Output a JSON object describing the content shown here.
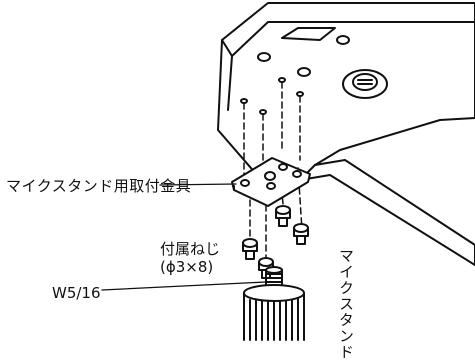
{
  "labels": {
    "bracket": "マイクスタンド用取付金具",
    "screws": "付属ねじ",
    "screw_size": "(ϕ3×8)",
    "thread": "W5/16",
    "stand": "マイクスタンド"
  },
  "colors": {
    "line": "#111111",
    "background": "#ffffff"
  }
}
